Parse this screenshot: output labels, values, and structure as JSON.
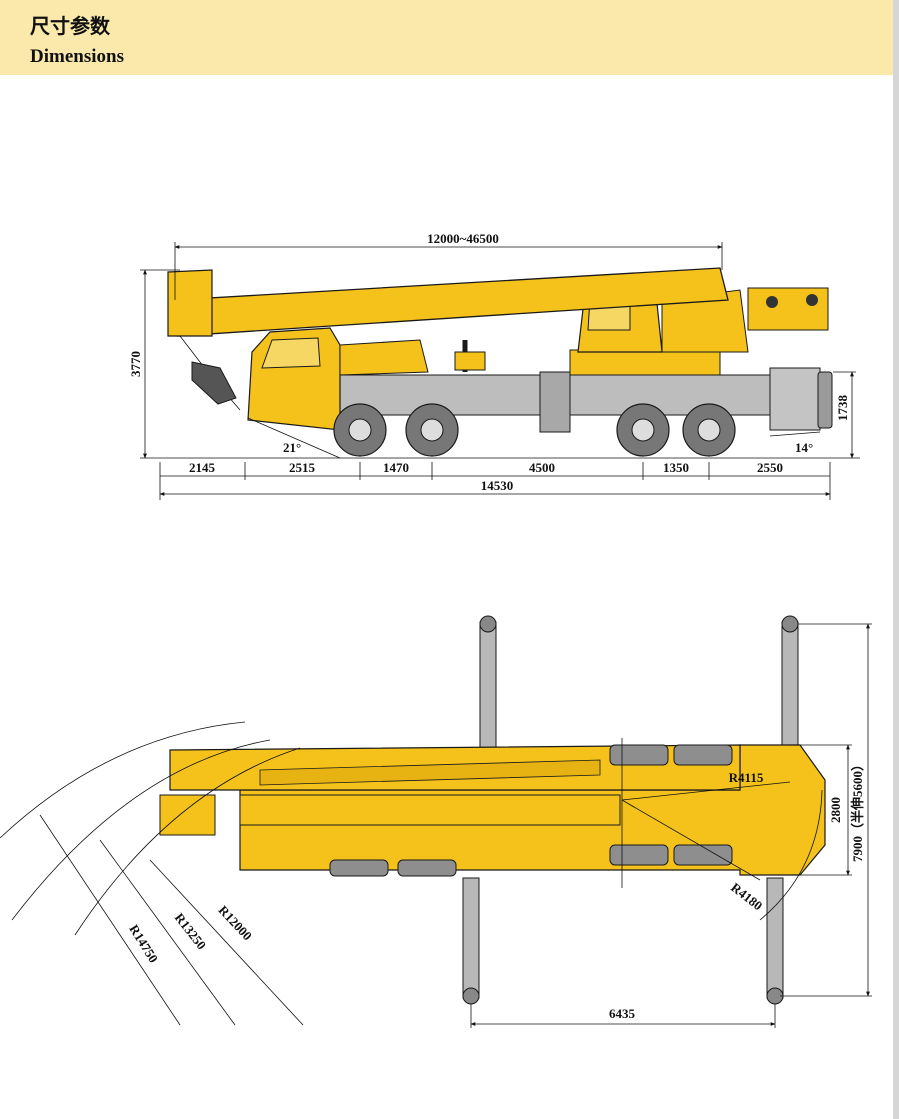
{
  "header": {
    "title_cn": "尺寸参数",
    "title_en": "Dimensions"
  },
  "colors": {
    "header_bg": "#fbe9ac",
    "crane_yellow": "#f4c21b",
    "chassis_gray": "#b9b9b9",
    "outline": "#1a1a1a"
  },
  "side_view": {
    "boom_length": "12000~46500",
    "overall_height": "3770",
    "rear_height": "1738",
    "approach_angle": "21°",
    "departure_angle": "14°",
    "segments": [
      "2145",
      "2515",
      "1470",
      "4500",
      "1350",
      "2550"
    ],
    "overall_length": "14530"
  },
  "top_view": {
    "radii": [
      "R14750",
      "R13250",
      "R12000"
    ],
    "tail_radius": "R4115",
    "front_radius": "R4180",
    "width": "2800",
    "outrigger_span_label": "7900（半伸5600）",
    "outrigger_length": "6435"
  }
}
